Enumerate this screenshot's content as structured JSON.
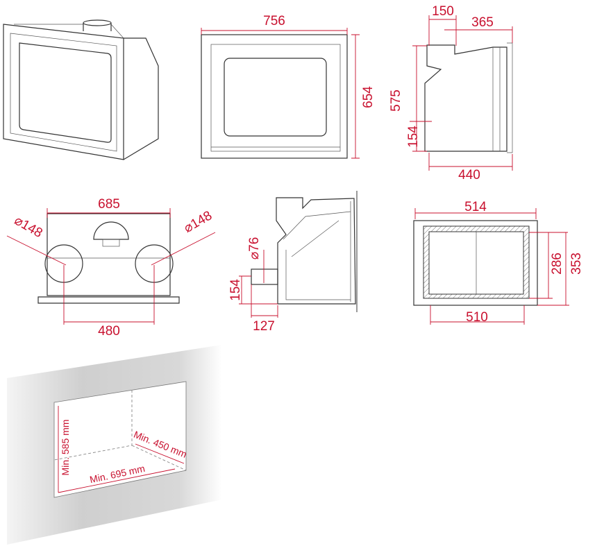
{
  "colors": {
    "dimension": "#c8102e",
    "outline": "#333333"
  },
  "front_view": {
    "width": "756",
    "height": "654"
  },
  "side_view": {
    "flue_offset": "150",
    "depth_top": "365",
    "height": "575",
    "inlet_height": "154",
    "depth": "440"
  },
  "top_view": {
    "width": "685",
    "left_outlet": "⌀148",
    "right_outlet": "⌀148",
    "outlet_spacing": "480"
  },
  "section_view": {
    "air_inlet": "⌀76",
    "inlet_height": "154",
    "inlet_offset": "127"
  },
  "rear_view": {
    "top_width": "514",
    "inner_height": "286",
    "outer_height": "353",
    "bottom_width": "510"
  },
  "niche": {
    "height": "Min. 585 mm",
    "depth": "Min. 450 mm",
    "width": "Min. 695 mm"
  }
}
